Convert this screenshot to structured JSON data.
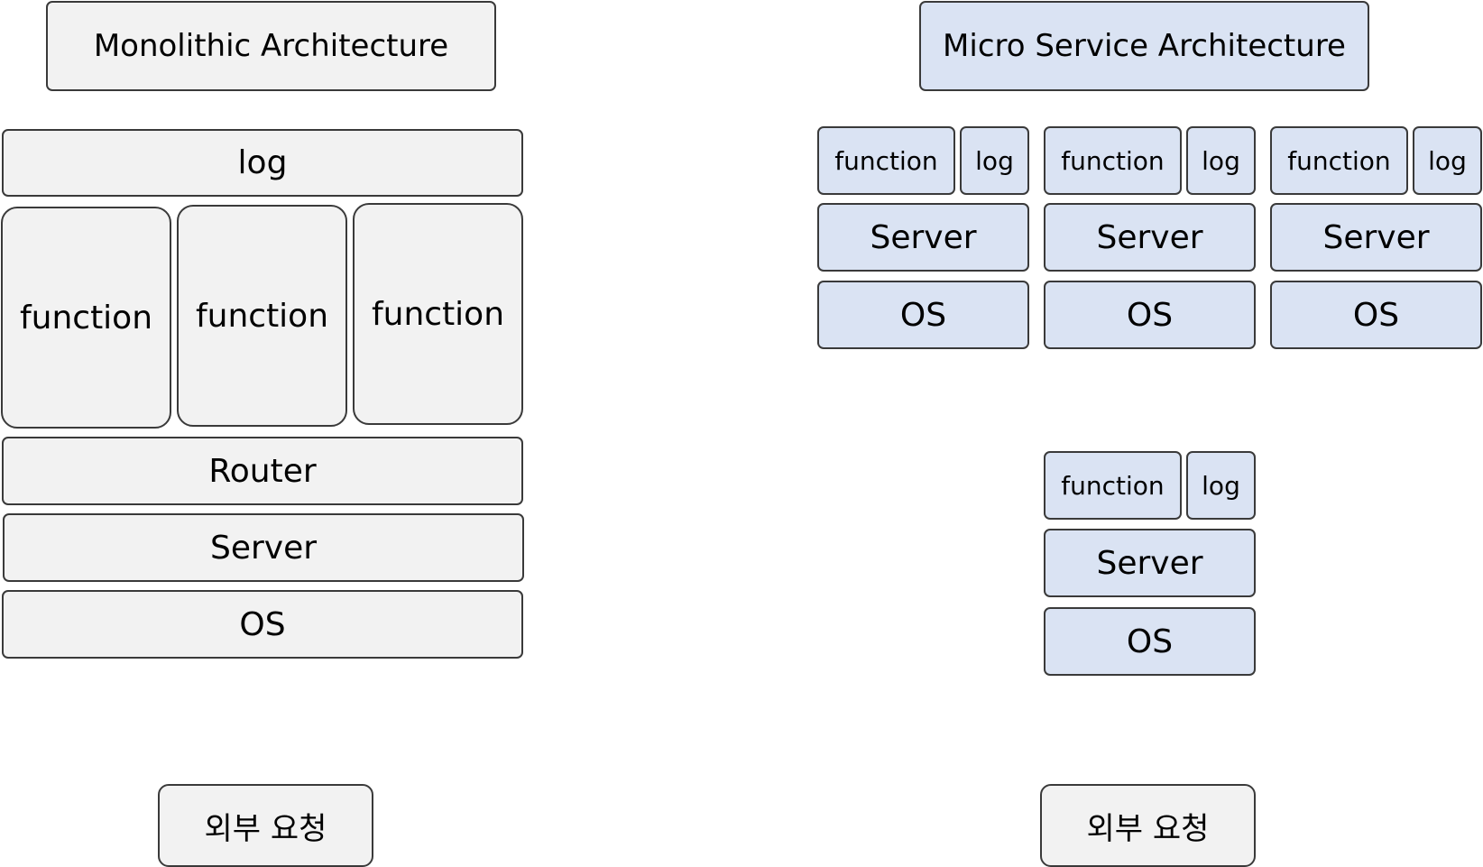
{
  "monolithic": {
    "title": "Monolithic Architecture",
    "log": "log",
    "functions": [
      "function",
      "function",
      "function"
    ],
    "router": "Router",
    "server": "Server",
    "os": "OS",
    "request": "외부 요청"
  },
  "microservice": {
    "title": "Micro Service Architecture",
    "services": [
      {
        "function": "function",
        "log": "log",
        "server": "Server",
        "os": "OS"
      },
      {
        "function": "function",
        "log": "log",
        "server": "Server",
        "os": "OS"
      },
      {
        "function": "function",
        "log": "log",
        "server": "Server",
        "os": "OS"
      },
      {
        "function": "function",
        "log": "log",
        "server": "Server",
        "os": "OS"
      }
    ],
    "request": "외부 요청"
  },
  "colors": {
    "monolithic_fill": "#f2f2f2",
    "microservice_fill": "#dae3f3",
    "stroke": "#3a3a3a"
  }
}
